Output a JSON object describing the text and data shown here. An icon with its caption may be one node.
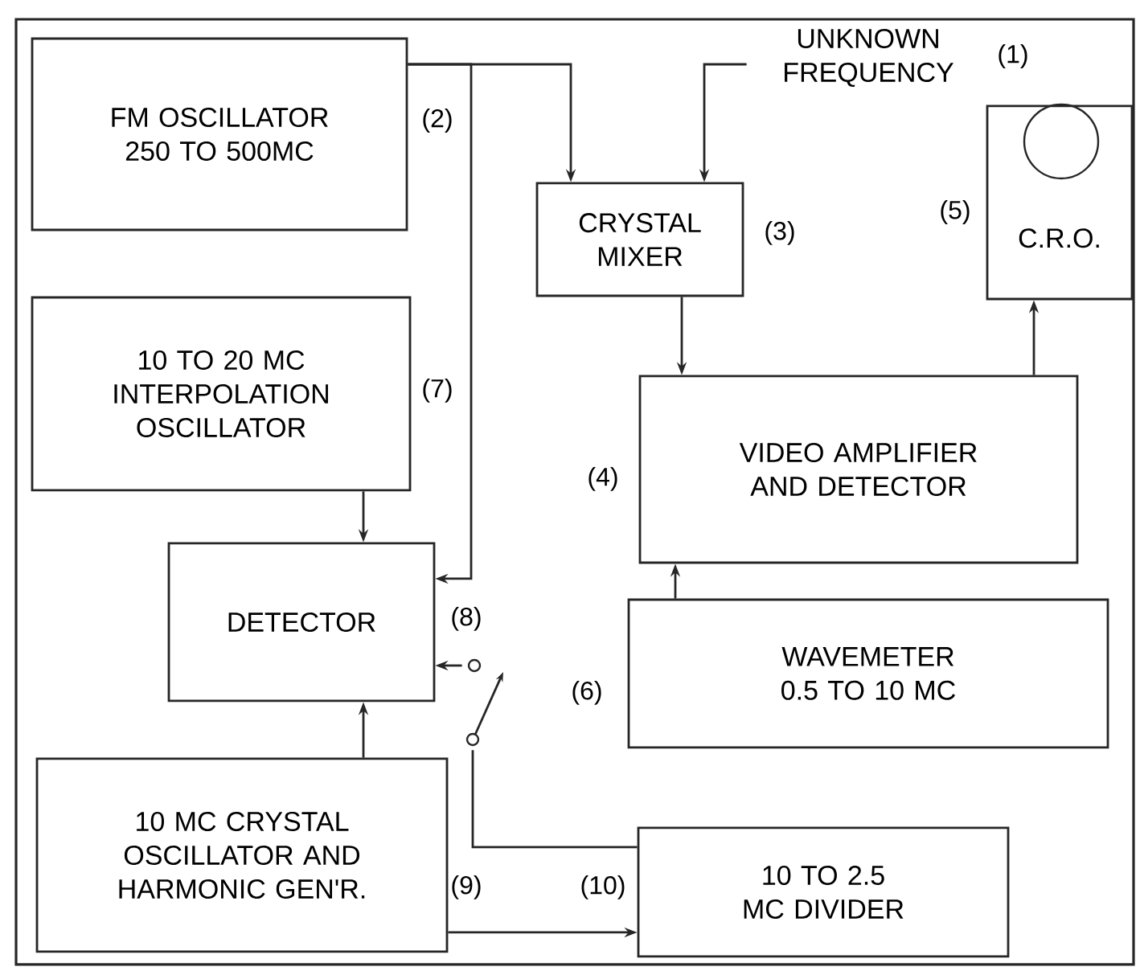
{
  "diagram": {
    "nodes": [
      {
        "text": [
          "FM OSCILLATOR 250 TO 500MC"
        ],
        "beside": [
          "(2)"
        ]
      },
      {
        "text": [
          "CRYSTAL MIXER"
        ],
        "beside": [
          "(3)"
        ]
      },
      {
        "text": [
          "UNKNOWN FREQUENCY"
        ],
        "beside": [
          "(1)"
        ]
      },
      {
        "text": [
          "C.R.O."
        ],
        "beside": [
          "(5)"
        ]
      },
      {
        "text": [
          "10 TO 20 MC INTERPOLATION OSCILLATOR"
        ],
        "beside": [
          "(7)"
        ]
      },
      {
        "text": [
          "VIDEO AMPLIFIER AND DETECTOR"
        ],
        "beside": [
          "(4)"
        ]
      },
      {
        "text": [
          "DETECTOR"
        ],
        "beside": [
          "(8)"
        ]
      },
      {
        "text": [
          "WAVEMETER 0.5 TO 10 MC"
        ],
        "beside": [
          "(6)"
        ]
      },
      {
        "text": [
          "10 MC CRYSTAL OSCILLATOR AND HARMONIC GEN'R."
        ],
        "beside": [
          "(9)"
        ]
      },
      {
        "text": [
          "10 TO 2.5 MC DIVIDER"
        ],
        "beside": [
          "(10)"
        ]
      },
      {
        "text": [],
        "shape": "switch"
      }
    ],
    "edges": [
      {
        "from": 0,
        "to": 1,
        "arrow": "to"
      },
      {
        "from": 0,
        "to": 6,
        "arrow": "to"
      },
      {
        "from": 2,
        "to": 1,
        "arrow": "to"
      },
      {
        "from": 1,
        "to": 5,
        "arrow": "to"
      },
      {
        "from": 5,
        "to": 3,
        "arrow": "to"
      },
      {
        "from": 4,
        "to": 6,
        "arrow": "to"
      },
      {
        "from": 7,
        "to": 5,
        "arrow": "to"
      },
      {
        "from": 8,
        "to": 6,
        "arrow": "to"
      },
      {
        "from": 10,
        "to": 6,
        "arrow": "to"
      },
      {
        "from": 9,
        "to": 10,
        "arrow": "none"
      },
      {
        "from": 8,
        "to": 9,
        "arrow": "to"
      }
    ]
  }
}
